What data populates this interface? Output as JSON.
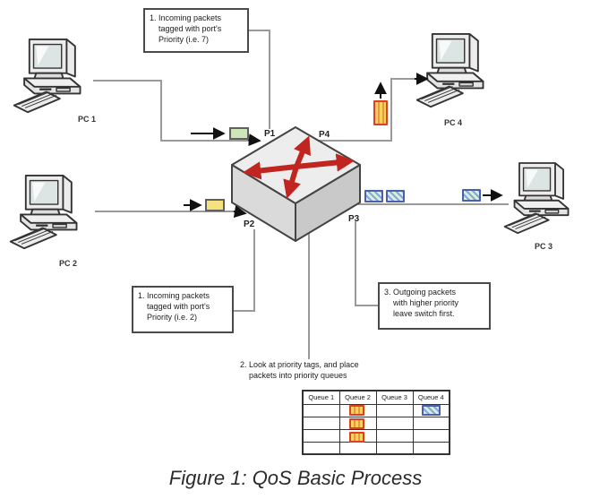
{
  "caption": "Figure 1: QoS Basic Process",
  "pcs": {
    "pc1": {
      "label": "PC 1"
    },
    "pc2": {
      "label": "PC 2"
    },
    "pc3": {
      "label": "PC 3"
    },
    "pc4": {
      "label": "PC 4"
    }
  },
  "switch": {
    "ports": {
      "p1": "P1",
      "p2": "P2",
      "p3": "P3",
      "p4": "P4"
    },
    "arrow_color": "#c0261f"
  },
  "callouts": {
    "step1_port1": "1. Incoming packets\n    tagged with port's\n    Priority (i.e. 7)",
    "step1_port2": "1. Incoming packets\n    tagged with port's\n    Priority (i.e. 2)",
    "step2_note": "2. Look at priority tags, and place\n    packets into priority queues",
    "step3": "3. Outgoing packets\n    with higher priority\n    leave switch first."
  },
  "queue_table": {
    "headers": [
      "Queue 1",
      "Queue 2",
      "Queue 3",
      "Queue 4"
    ],
    "data_rows": 4,
    "queue2_packets": 3,
    "queue4_packets": 1
  },
  "packet_colors": {
    "incoming_p1_fill": "#cfe7b8",
    "incoming_p2_fill": "#f6e27c",
    "high_priority_border": "#df4023",
    "high_priority_fill": "#f6d35e",
    "low_priority_border": "#4a5fae",
    "low_priority_fill": "#d9eedd"
  }
}
